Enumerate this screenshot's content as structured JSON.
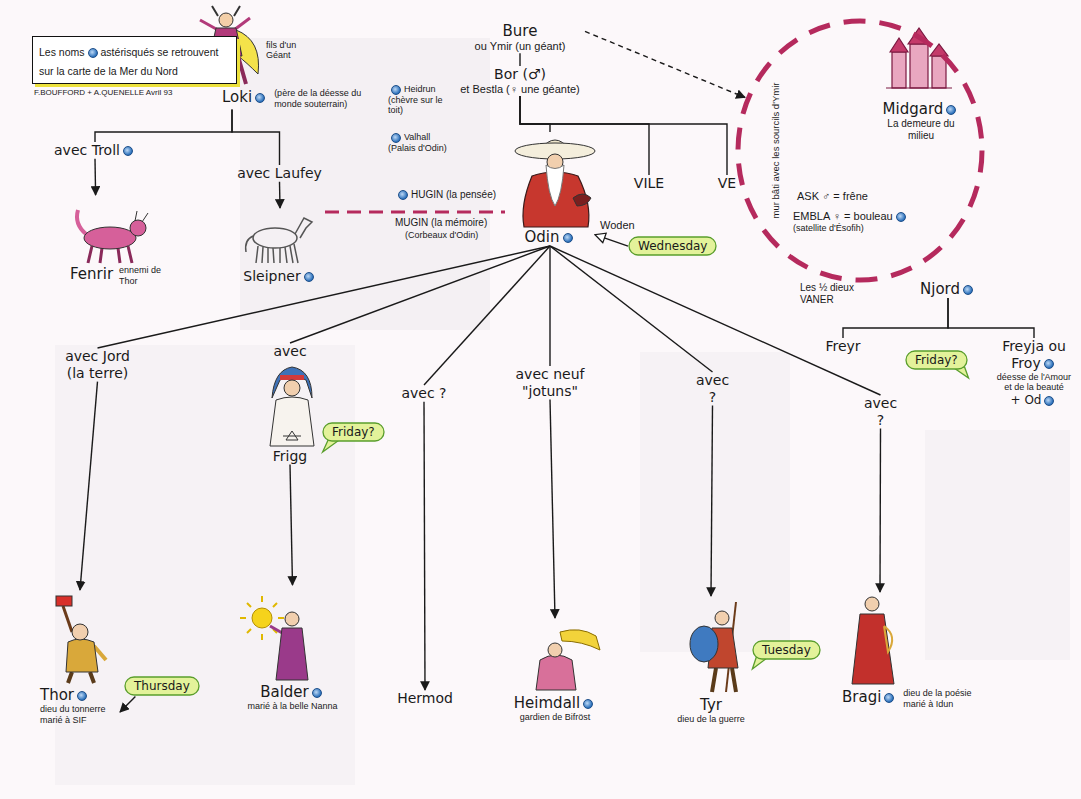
{
  "diagram": {
    "nodes": [
      {
        "text": [
          "Les noms",
          "astérisqués se retrouvent sur la carte de la Mer du Nord"
        ]
      },
      {
        "text": [
          "Loki",
          "(père de la déesse du monde souterrain)"
        ]
      },
      {
        "text": [
          "Bure",
          "ou Ymir (un géant)"
        ]
      },
      {
        "text": [
          "Bor (♂)",
          "et Bestla (♀ une géante)"
        ]
      },
      {
        "text": [
          "Midgard",
          "La demeure du milieu"
        ]
      },
      {
        "text": [
          "ASK ♂ = frêne"
        ],
        "in": 4
      },
      {
        "text": [
          "EMBLA ♀ = bouleau",
          "(satellite d'Ésofih)"
        ],
        "in": 4
      },
      {
        "text": [
          "avec Troll"
        ]
      },
      {
        "text": [
          "avec Laufey"
        ]
      },
      {
        "text": [
          "Odin"
        ]
      },
      {
        "text": [
          "VILE"
        ]
      },
      {
        "text": [
          "VE"
        ]
      },
      {
        "text": [
          "Fenrir",
          "ennemi de Thor"
        ]
      },
      {
        "text": [
          "Sleipner"
        ]
      },
      {
        "text": [
          "Wednesday"
        ]
      },
      {
        "text": [
          "Njord"
        ]
      },
      {
        "text": [
          "Freyr"
        ]
      },
      {
        "text": [
          "Freyja ou Froy",
          "déesse de l'Amour et de la beauté",
          "+ Od"
        ]
      },
      {
        "text": [
          "Friday?"
        ]
      },
      {
        "text": [
          "avec Jord (la terre)"
        ]
      },
      {
        "text": [
          "avec",
          "Frigg"
        ]
      },
      {
        "text": [
          "Friday?"
        ]
      },
      {
        "text": [
          "avec ?"
        ]
      },
      {
        "text": [
          "avec neuf \"jotuns\""
        ]
      },
      {
        "text": [
          "avec ?"
        ]
      },
      {
        "text": [
          "avec ?"
        ]
      },
      {
        "text": [
          "Thor",
          "dieu du tonnerre",
          "marié à SIF"
        ]
      },
      {
        "text": [
          "Thursday"
        ]
      },
      {
        "text": [
          "Balder",
          "marié à la belle Nanna"
        ]
      },
      {
        "text": [
          "Hermod"
        ]
      },
      {
        "text": [
          "Heimdall",
          "gardien de Bifröst"
        ]
      },
      {
        "text": [
          "Tyr",
          "dieu de la guerre"
        ]
      },
      {
        "text": [
          "Tuesday"
        ]
      },
      {
        "text": [
          "Bragi",
          "dieu de la poésie marié à Idun"
        ]
      }
    ],
    "edges": [
      {
        "from": 1,
        "to": 7,
        "arrow": "none"
      },
      {
        "from": 1,
        "to": 8,
        "arrow": "none"
      },
      {
        "from": 7,
        "to": 12,
        "arrow": "to"
      },
      {
        "from": 8,
        "to": 13,
        "arrow": "to"
      },
      {
        "from": 2,
        "to": 3,
        "arrow": "none"
      },
      {
        "from": 3,
        "to": 9,
        "arrow": "none"
      },
      {
        "from": 3,
        "to": 10,
        "arrow": "none"
      },
      {
        "from": 3,
        "to": 11,
        "arrow": "none"
      },
      {
        "from": 2,
        "to": 4,
        "arrow": "to"
      },
      {
        "from": 13,
        "to": 9,
        "arrow": "none"
      },
      {
        "from": 14,
        "to": 9,
        "arrow": "to"
      },
      {
        "from": 15,
        "to": 16,
        "arrow": "none"
      },
      {
        "from": 15,
        "to": 17,
        "arrow": "none"
      },
      {
        "from": 9,
        "to": 19,
        "arrow": "none"
      },
      {
        "from": 9,
        "to": 20,
        "arrow": "none"
      },
      {
        "from": 9,
        "to": 22,
        "arrow": "none"
      },
      {
        "from": 9,
        "to": 23,
        "arrow": "none"
      },
      {
        "from": 9,
        "to": 24,
        "arrow": "none"
      },
      {
        "from": 9,
        "to": 25,
        "arrow": "none"
      },
      {
        "from": 19,
        "to": 26,
        "arrow": "to"
      },
      {
        "from": 20,
        "to": 28,
        "arrow": "to"
      },
      {
        "from": 22,
        "to": 29,
        "arrow": "to"
      },
      {
        "from": 23,
        "to": 30,
        "arrow": "to"
      },
      {
        "from": 24,
        "to": 31,
        "arrow": "to"
      },
      {
        "from": 25,
        "to": 33,
        "arrow": "to"
      },
      {
        "from": 27,
        "to": 26,
        "arrow": "to"
      }
    ],
    "labels": [
      "F.BOUFFORD + A.QUENELLE Avril 93",
      "fils d'un Géant",
      "Heidrun (chèvre sur le toit)",
      "Valhall (Palais d'Odin)",
      "HUGIN (la pensée)",
      "MUGIN (la mémoire)",
      "(Corbeaux d'Odin)",
      "Woden",
      "mur bâti avec les sourcils d'Ymir",
      "Les ½ dieux VANER"
    ]
  }
}
